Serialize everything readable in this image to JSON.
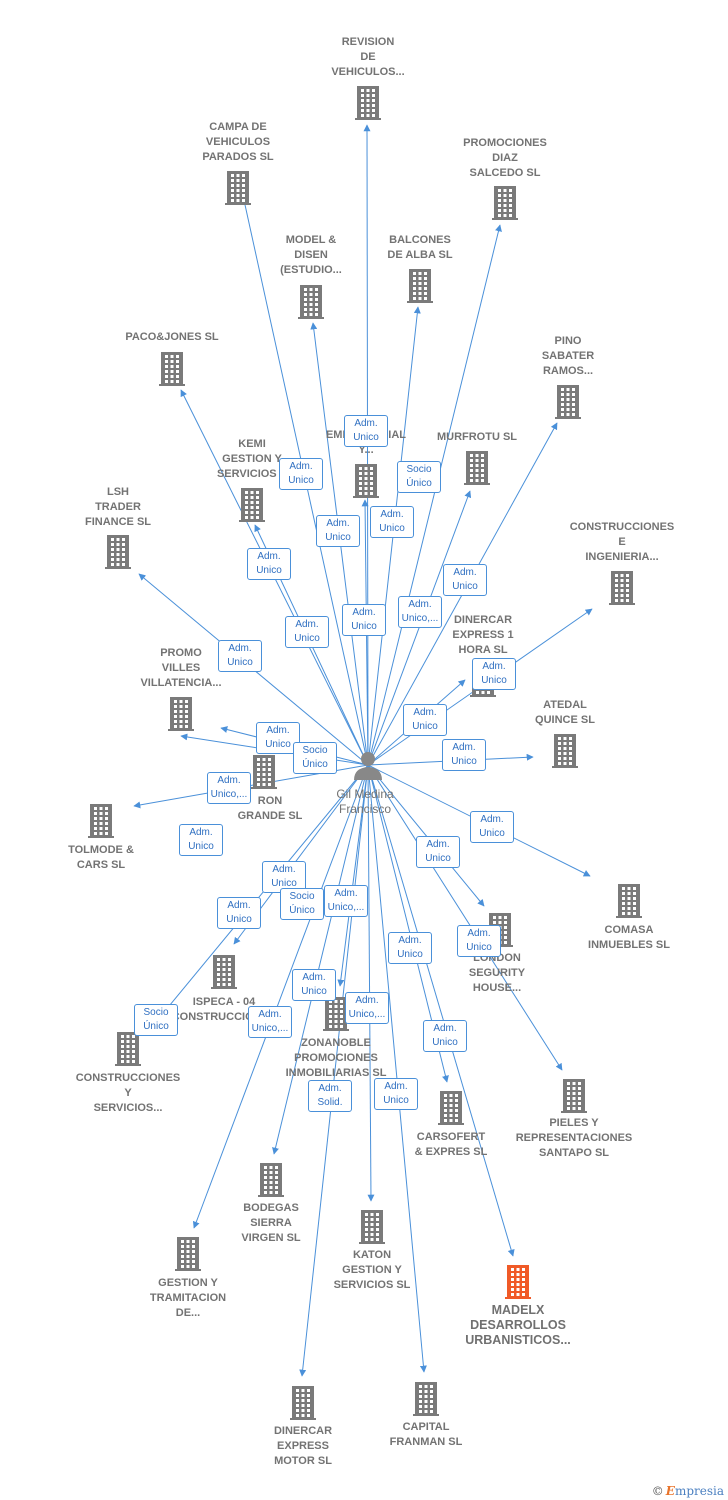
{
  "colors": {
    "edge": "#4a90d9",
    "building": "#7a7a7a",
    "highlight": "#f05a28",
    "person": "#888888"
  },
  "center": {
    "label": "Gil Medina\nFrancisco"
  },
  "nodes": [
    {
      "id": "revision",
      "label": "REVISION\nDE\nVEHICULOS..."
    },
    {
      "id": "campa",
      "label": "CAMPA DE\nVEHICULOS\nPARADOS SL"
    },
    {
      "id": "promdiaz",
      "label": "PROMOCIONES\nDIAZ\nSALCEDO SL"
    },
    {
      "id": "model",
      "label": "MODEL &\nDISEN\n(ESTUDIO..."
    },
    {
      "id": "balcones",
      "label": "BALCONES\nDE ALBA SL"
    },
    {
      "id": "paco",
      "label": "PACO&JONES SL"
    },
    {
      "id": "pino",
      "label": "PINO\nSABATER\nRAMOS..."
    },
    {
      "id": "kemi",
      "label": "KEMI\nGESTION Y\nSERVICIOS S"
    },
    {
      "id": "asesoria",
      "label": "A\nEMPRESARIAL\nY..."
    },
    {
      "id": "murfrotu",
      "label": "MURFROTU  SL"
    },
    {
      "id": "lsh",
      "label": "LSH\nTRADER\nFINANCE SL"
    },
    {
      "id": "construing",
      "label": "CONSTRUCCIONES\nE\nINGENIERIA..."
    },
    {
      "id": "dinercar1",
      "label": "DINERCAR\nEXPRESS 1\nHORA SL"
    },
    {
      "id": "promo",
      "label": "PROMO\nVILLES\nVILLATENCIA..."
    },
    {
      "id": "atedal",
      "label": "ATEDAL\nQUINCE SL"
    },
    {
      "id": "ron",
      "label": "RON\nGRANDE  SL"
    },
    {
      "id": "tolmode",
      "label": "TOLMODE &\nCARS  SL"
    },
    {
      "id": "comasa",
      "label": "COMASA\nINMUEBLES SL"
    },
    {
      "id": "london",
      "label": "LONDON\nSEGURITY\nHOUSE..."
    },
    {
      "id": "ispeca",
      "label": "ISPECA -  04\nCONSTRUCCIONES"
    },
    {
      "id": "zonanoble",
      "label": "ZONANOBLE\nPROMOCIONES\nINMOBILIARIAS SL"
    },
    {
      "id": "construserv",
      "label": "CONSTRUCCIONES\nY\nSERVICIOS..."
    },
    {
      "id": "pieles",
      "label": "PIELES Y\nREPRESENTACIONES\nSANTAPO  SL"
    },
    {
      "id": "carsofert",
      "label": "CARSOFERT\n& EXPRES SL"
    },
    {
      "id": "bodegas",
      "label": "BODEGAS\nSIERRA\nVIRGEN SL"
    },
    {
      "id": "katon",
      "label": "KATON\nGESTION Y\nSERVICIOS SL"
    },
    {
      "id": "gestion",
      "label": "GESTION Y\nTRAMITACION\nDE..."
    },
    {
      "id": "madelx",
      "label": "MADELX\nDESARROLLOS\nURBANISTICOS..."
    },
    {
      "id": "dinercarm",
      "label": "DINERCAR\nEXPRESS\nMOTOR SL"
    },
    {
      "id": "capital",
      "label": "CAPITAL\nFRANMAN SL"
    }
  ],
  "roles": [
    "Adm.\nUnico",
    "Adm.\nUnico",
    "Socio\nÚnico",
    "Adm.\nUnico",
    "Adm.\nUnico",
    "Adm.\nUnico",
    "Adm.\nUnico",
    "Adm.\nUnico",
    "Adm.\nUnico,...",
    "Adm.\nUnico",
    "Adm.\nUnico",
    "Adm.\nUnico",
    "Adm.\nUnico",
    "Adm.\nUnico",
    "Adm.\nUnico",
    "Adm.\nUnico,...",
    "Socio\nÚnico",
    "Adm.\nUnico",
    "Adm.\nUnico",
    "Adm.\nUnico",
    "Adm.\nUnico",
    "Socio\nÚnico",
    "Adm.\nUnico,...",
    "Adm.\nUnico",
    "Adm.\nUnico",
    "Adm.\nUnico",
    "Socio\nÚnico",
    "Adm.\nUnico,...",
    "Adm.\nUnico",
    "Adm.\nUnico,...",
    "Adm.\nUnico",
    "Adm.\nSolid.",
    "Adm.\nUnico"
  ],
  "footer": {
    "copyright": "©",
    "brand_e": "E",
    "brand_rest": "mpresia"
  }
}
